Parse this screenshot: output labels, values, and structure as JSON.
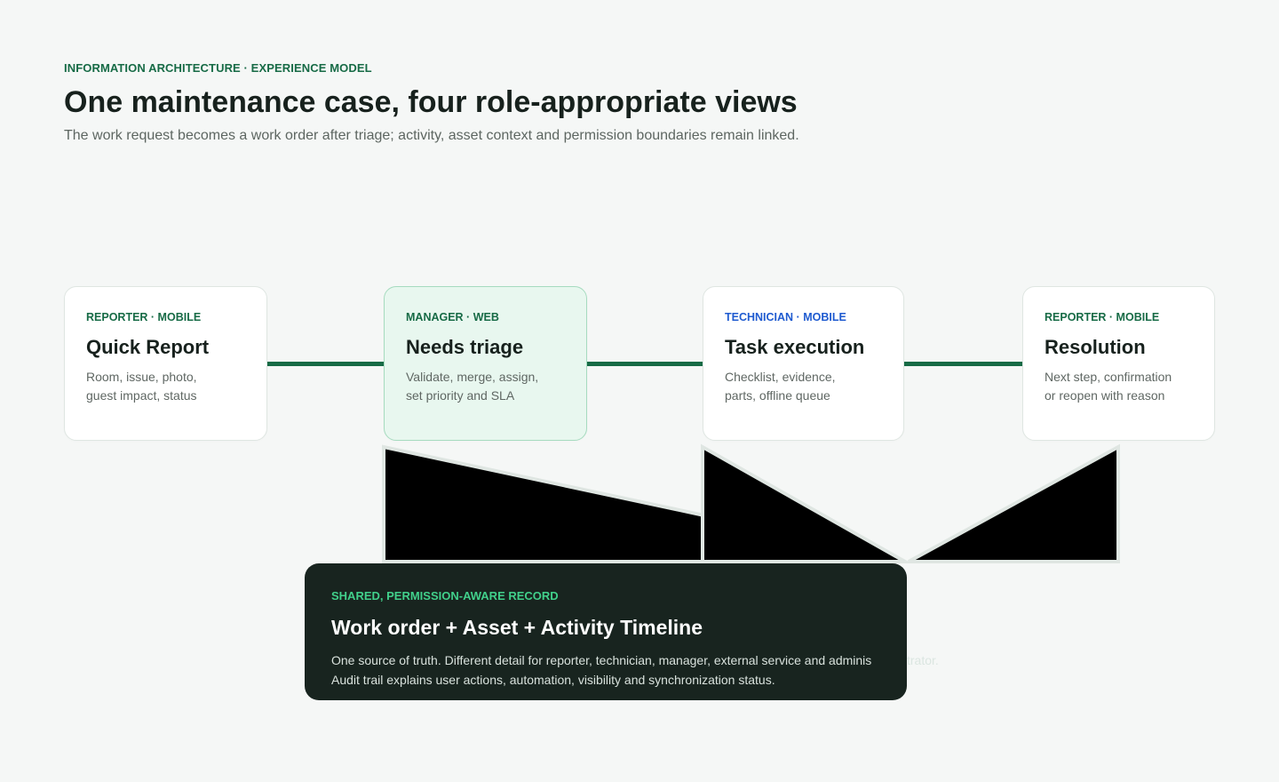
{
  "header": {
    "eyebrow": "INFORMATION ARCHITECTURE · EXPERIENCE MODEL",
    "title": "One maintenance case, four role-appropriate views",
    "subtitle": "The work request becomes a work order after triage; activity, asset context and permission boundaries remain linked."
  },
  "steps": [
    {
      "role": "REPORTER · MOBILE",
      "title": "Quick Report",
      "description_lines": [
        "Room, issue, photo,",
        "guest impact, status"
      ],
      "role_color": "#176b46"
    },
    {
      "role": "MANAGER · WEB",
      "title": "Needs triage",
      "description_lines": [
        "Validate, merge, assign,",
        "set priority and SLA"
      ],
      "role_color": "#176b46",
      "highlight_color": "#e8f7ef"
    },
    {
      "role": "TECHNICIAN · MOBILE",
      "title": "Task execution",
      "description_lines": [
        "Checklist, evidence,",
        "parts, offline queue"
      ],
      "role_color": "#1f5bd0"
    },
    {
      "role": "REPORTER · MOBILE",
      "title": "Resolution",
      "description_lines": [
        "Next step, confirmation",
        "or reopen with reason"
      ],
      "role_color": "#176b46"
    }
  ],
  "shared_record": {
    "eyebrow": "SHARED, PERMISSION-AWARE RECORD",
    "title": "Work order + Asset + Activity Timeline",
    "line_1_visible": "One source of truth. Different detail for reporter, technician, manager, external service and adminis",
    "line_1_overflow": "trator.",
    "line_2": "Audit trail explains user actions, automation, visibility and synchronization status."
  },
  "colors": {
    "background": "#f5f7f6",
    "accent_green": "#176b46",
    "accent_blue": "#1f5bd0",
    "record_background": "#18241f",
    "record_eyebrow": "#41d08b",
    "connector": "#176b46"
  }
}
